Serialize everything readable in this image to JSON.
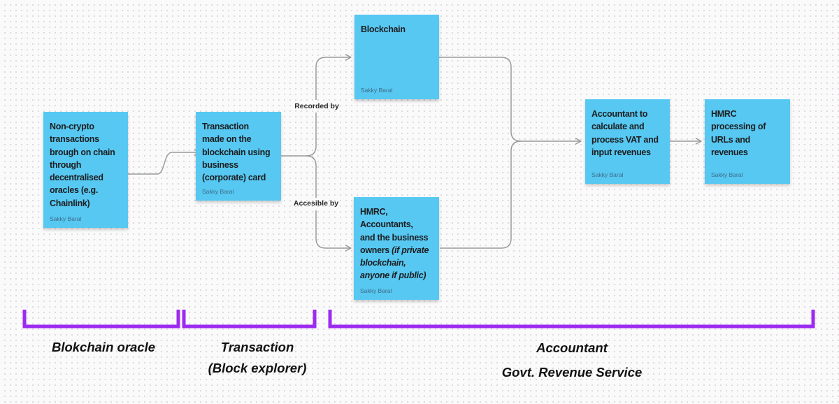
{
  "canvas": {
    "background_color": "#fbfafb",
    "dot_color": "#dcd9dd",
    "sticky_color": "#56c8f2",
    "connector_color": "#9a9a9a",
    "bracket_color": "#9c2bf0"
  },
  "notes": [
    {
      "id": "non-crypto-transactions",
      "text": "Non-crypto\ntransactions\nbrough on chain\nthrough\ndecentralised\noracles (e.g.\nChainlink)",
      "author": "Sakky Baral"
    },
    {
      "id": "transaction-corporate-card",
      "text": "Transaction\nmade on the\nblockchain using\nbusiness\n(corporate) card",
      "author": "Sakky Baral"
    },
    {
      "id": "blockchain",
      "text": "Blockchain",
      "author": "Sakky Baral"
    },
    {
      "id": "hmrc-accountants-owners",
      "text_normal": "HMRC,\nAccountants,\nand the business\nowners ",
      "text_italic": "(if private\nblockchain,\nanyone if public)",
      "author": "Sakky Baral"
    },
    {
      "id": "accountant-vat",
      "text": "Accountant to\ncalculate and\nprocess VAT and\ninput revenues",
      "author": "Sakky Baral"
    },
    {
      "id": "hmrc-processing",
      "text": "HMRC\nprocessing of\nURLs and\nrevenues",
      "author": "Sakky Baral"
    }
  ],
  "edge_labels": {
    "recorded_by": "Recorded by",
    "accessible_by": "Accesible by"
  },
  "brackets": [
    {
      "lines": [
        "Blokchain oracle"
      ]
    },
    {
      "lines": [
        "Transaction",
        "(Block explorer)"
      ]
    },
    {
      "lines": [
        "Accountant",
        "Govt. Revenue Service"
      ]
    }
  ]
}
